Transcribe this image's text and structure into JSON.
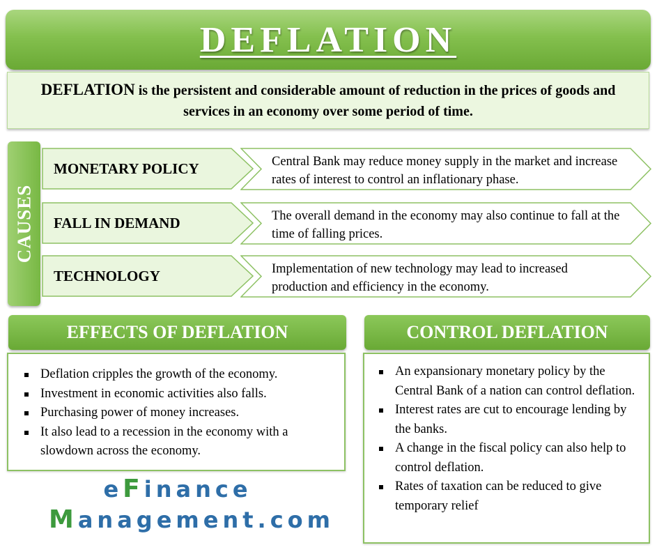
{
  "title": "DEFLATION",
  "definition": {
    "term": "DEFLATION",
    "text": " is the persistent and considerable amount of reduction in the prices of goods and services in an economy over some period of time."
  },
  "causes": {
    "label": "CAUSES",
    "items": [
      {
        "name": "MONETARY POLICY",
        "description": "Central Bank may reduce money supply in the market and increase rates of interest to control an inflationary phase."
      },
      {
        "name": "FALL IN DEMAND",
        "description": "The overall demand in the economy may also continue to fall at the time of falling prices."
      },
      {
        "name": "TECHNOLOGY",
        "description": "Implementation of new technology may lead to increased production and efficiency in the economy."
      }
    ]
  },
  "effects": {
    "heading": "EFFECTS OF DEFLATION",
    "items": [
      "Deflation cripples the growth of the economy.",
      "Investment in economic activities also falls.",
      "Purchasing power of money increases.",
      "It also lead to a recession in the economy with a slowdown across the economy."
    ]
  },
  "control": {
    "heading": "CONTROL DEFLATION",
    "items": [
      "An expansionary monetary policy by the Central Bank of a nation can control deflation.",
      "Interest rates are cut to encourage lending by the banks.",
      "A change in the fiscal policy can also help to control deflation.",
      "Rates of taxation can be reduced to give temporary relief"
    ]
  },
  "logo": {
    "line1_prefix": "e",
    "line1_accent": "F",
    "line1_suffix": "inance",
    "line2_accent": "M",
    "line2_suffix": "anagement.com"
  },
  "colors": {
    "green_dark": "#6aa935",
    "green_light": "#eaf6de",
    "logo_blue": "#2e6ea8",
    "logo_green": "#3d9a3d"
  }
}
